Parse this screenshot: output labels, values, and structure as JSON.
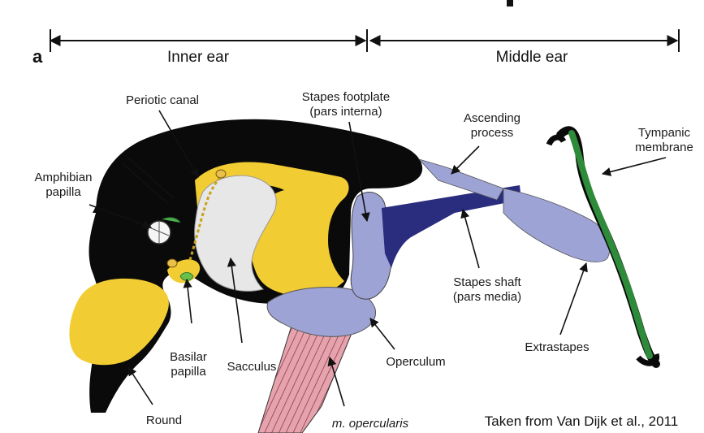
{
  "figure": {
    "panel_letter": "a",
    "regions": {
      "inner_ear": "Inner ear",
      "middle_ear": "Middle ear"
    },
    "labels": {
      "periotic_canal": "Periotic canal",
      "stapes_footplate_1": "Stapes footplate",
      "stapes_footplate_2": "(pars interna)",
      "ascending_process_1": "Ascending",
      "ascending_process_2": "process",
      "tympanic_membrane_1": "Tympanic",
      "tympanic_membrane_2": "membrane",
      "amphibian_papilla_1": "Amphibian",
      "amphibian_papilla_2": "papilla",
      "stapes_shaft_1": "Stapes shaft",
      "stapes_shaft_2": "(pars media)",
      "extrastapes": "Extrastapes",
      "operculum": "Operculum",
      "basilar_papilla_1": "Basilar",
      "basilar_papilla_2": "papilla",
      "sacculus": "Sacculus",
      "round_window_1": "Round",
      "m_opercularis": "m. opercularis"
    },
    "credit": "Taken from Van Dijk et al., 2011",
    "colors": {
      "bone": "#0a0a0a",
      "perilymph": "#f2cc33",
      "sacculus": "#e7e7e7",
      "stapes_dark": "#2a2d7e",
      "stapes_light": "#9ea3d6",
      "operculum": "#9ea3d6",
      "tympanic": "#2e8b3a",
      "muscle": "#e6a3ad"
    }
  }
}
